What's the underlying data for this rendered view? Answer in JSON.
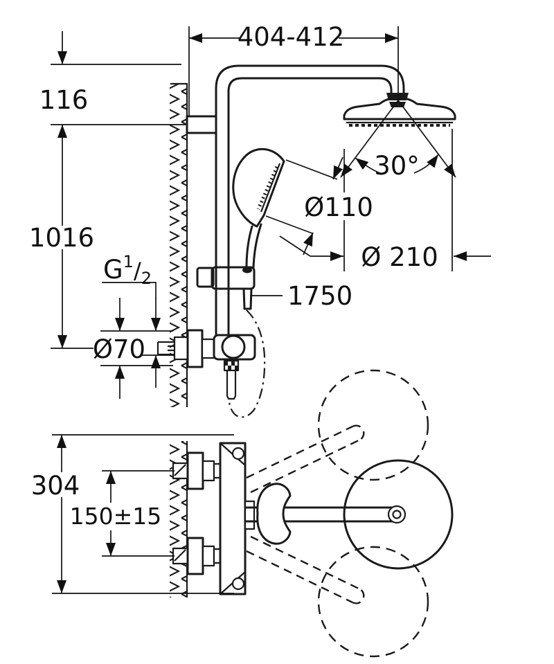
{
  "figure": {
    "type": "technical-dimension-drawing",
    "subject": "wall-mounted thermostatic shower system with head shower and hand shower",
    "units": "mm",
    "colors": {
      "line": "#1a1a1a",
      "background": "#ffffff"
    },
    "views": {
      "side_view": "wall, riser pipe, shower arm, head shower, hand shower with holder, hose, thermostatic mixer",
      "plan_view": "thermostatic mixer from above with lever swivel positions"
    },
    "dimensions": {
      "top_width": "404-412",
      "head_offset": "116",
      "riser_height": "1016",
      "thread_g": "G",
      "thread_num": "1",
      "thread_slash": "/",
      "thread_den": "2",
      "escutcheon_diameter": "Ø70",
      "hand_shower_diameter": "Ø110",
      "hose_length": "1750",
      "head_shower_diameter": "Ø 210",
      "swivel_angle": "30°",
      "plan_height": "304",
      "connection_spacing": "150±15"
    }
  }
}
